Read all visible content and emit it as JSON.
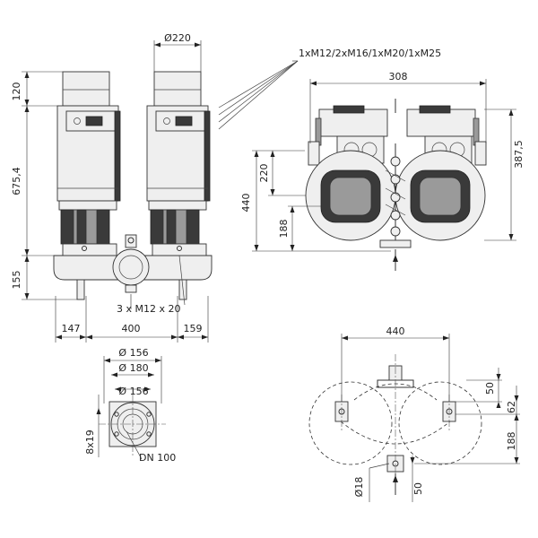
{
  "labels": {
    "flange_diameter": "Ø220",
    "cable_glands": "1xM12/2xM16/1xM20/1xM25",
    "height_top": "120",
    "height_total": "675,4",
    "height_base": "155",
    "width_left": "147",
    "width_center": "400",
    "width_right": "159",
    "foot_bolts": "3 x M12 x 20",
    "top_width": "308",
    "right_height": "387,5",
    "height_440": "440",
    "height_220": "220",
    "height_188": "188",
    "flange_d156_top": "Ø 156",
    "flange_d180": "Ø 180",
    "flange_d156": "Ø 156",
    "flange_bolts": "8x19",
    "nominal_diameter": "DN 100",
    "base_width": "440",
    "base_50_top": "50",
    "base_62": "62",
    "base_188": "188",
    "base_50_bottom": "50",
    "base_d18": "Ø18"
  }
}
